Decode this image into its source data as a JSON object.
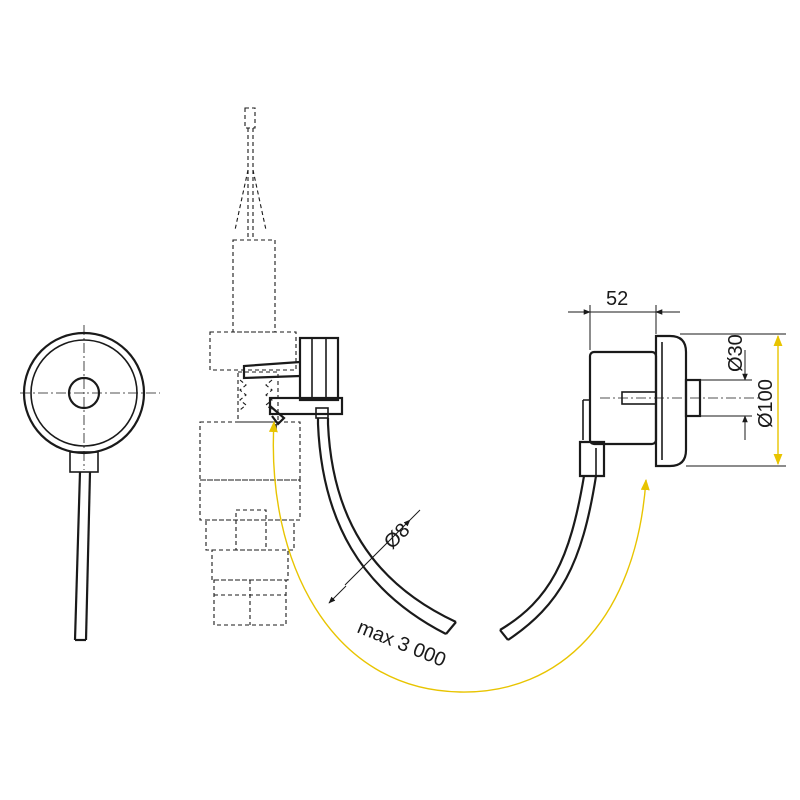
{
  "dimensions": {
    "width_52": "52",
    "dia_30": "Ø30",
    "dia_100": "Ø100",
    "dia_8": "Ø8",
    "max_length": "max 3 000"
  },
  "colors": {
    "line": "#1a1a1a",
    "highlight": "#e8c400"
  }
}
